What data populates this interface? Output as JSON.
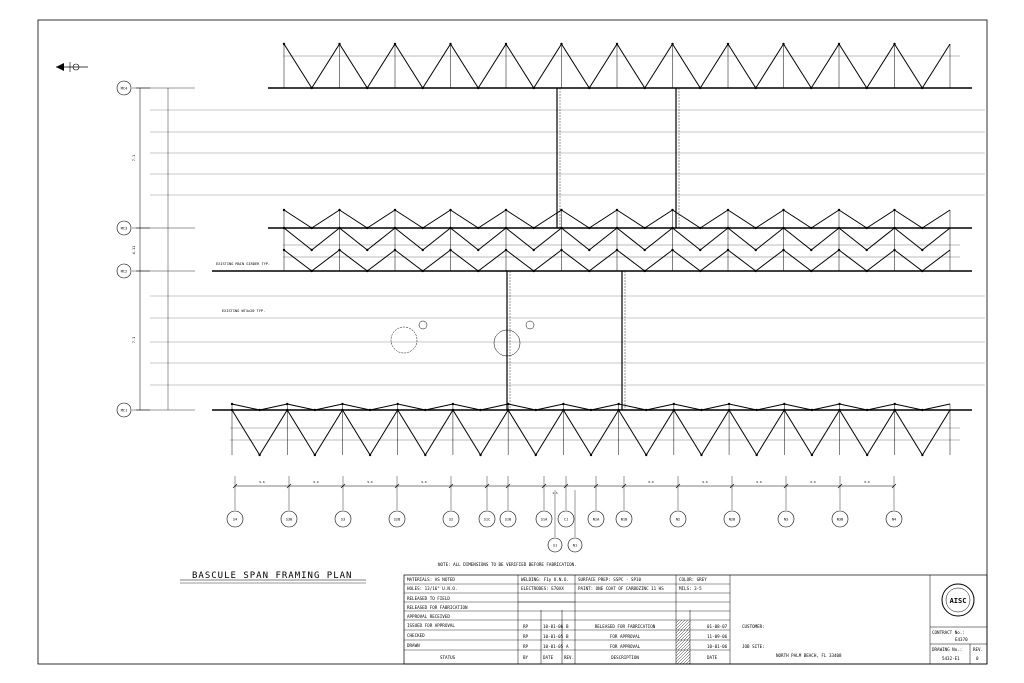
{
  "drawing": {
    "title": "BASCULE SPAN FRAMING PLAN",
    "note": "NOTE:  ALL DIMENSIONS TO BE VERIFIED BEFORE FABRICATION.",
    "label_existing_main_girder": "EXISTING MAIN GIRDER TYP.",
    "label_existing_wt": "EXISTING WT4x20 TYP.",
    "row_grid_labels": [
      "MC4",
      "MC3",
      "MC2",
      "MC1"
    ],
    "column_grid_labels": [
      "S4",
      "S3B",
      "S3",
      "S2B",
      "S2",
      "S1C",
      "S1B",
      "S1A",
      "C1",
      "N1A",
      "N1B",
      "N2",
      "N2B",
      "N3",
      "N3B",
      "N4"
    ],
    "bottom_grid_labels": [
      "S1",
      "N1"
    ],
    "dim_typ": "9-6",
    "dim_center": "1-5",
    "vertical_dims": [
      "7-1",
      "4-11",
      "7-1"
    ]
  },
  "title_block": {
    "materials": "MATERIALS:  AS NOTED",
    "holes": "HOLES:  13/16\" U.N.O.",
    "released_to_field": "RELEASED TO FIELD",
    "released_for_fabrication": "RELEASED FOR FABRICATION",
    "approval_received": "APPROVAL RECEIVED",
    "issued_for_approval": "ISSUED FOR APPROVAL",
    "checked": "CHECKED",
    "drawn": "DRAWN",
    "status": "STATUS",
    "welding": "WELDING:  F1y U.N.O.",
    "electrodes": "ELECTRODES:  E70XX",
    "surface_prep": "SURFACE PREP:  SSPC - SP10",
    "paint": "PAINT:  ONE COAT OF CARBOZINC 11 HS",
    "color": "COLOR:  GREY",
    "mils": "MILS:  3-5",
    "col_by": "BY",
    "col_date": "DATE",
    "col_rev": "REV.",
    "col_description": "DESCRIPTION",
    "col_date2": "DATE",
    "revisions": [
      {
        "by": "RP",
        "date": "10-01-06",
        "rev": "B",
        "desc": "RELEASED FOR FABRICATION",
        "date2": "01-08-07"
      },
      {
        "by": "RP",
        "date": "10-01-05",
        "rev": "B",
        "desc": "FOR APPROVAL",
        "date2": "11-09-06"
      },
      {
        "by": "RP",
        "date": "10-01-05",
        "rev": "A",
        "desc": "FOR APPROVAL",
        "date2": "10-01-06"
      }
    ],
    "customer": "CUSTOMER:",
    "job_site": "JOB SITE:",
    "location": "NORTH PALM BEACH, FL 33408",
    "contract_no_label": "CONTRACT No.:",
    "contract_no": "E4370",
    "drawing_no_label": "DRAWING No.:",
    "drawing_no": "5432-E1",
    "rev_label": "REV.",
    "rev_value": "0",
    "seal_text": "AISC"
  },
  "colors": {
    "ink": "#000000",
    "paper": "#ffffff",
    "grid": "#888888"
  }
}
